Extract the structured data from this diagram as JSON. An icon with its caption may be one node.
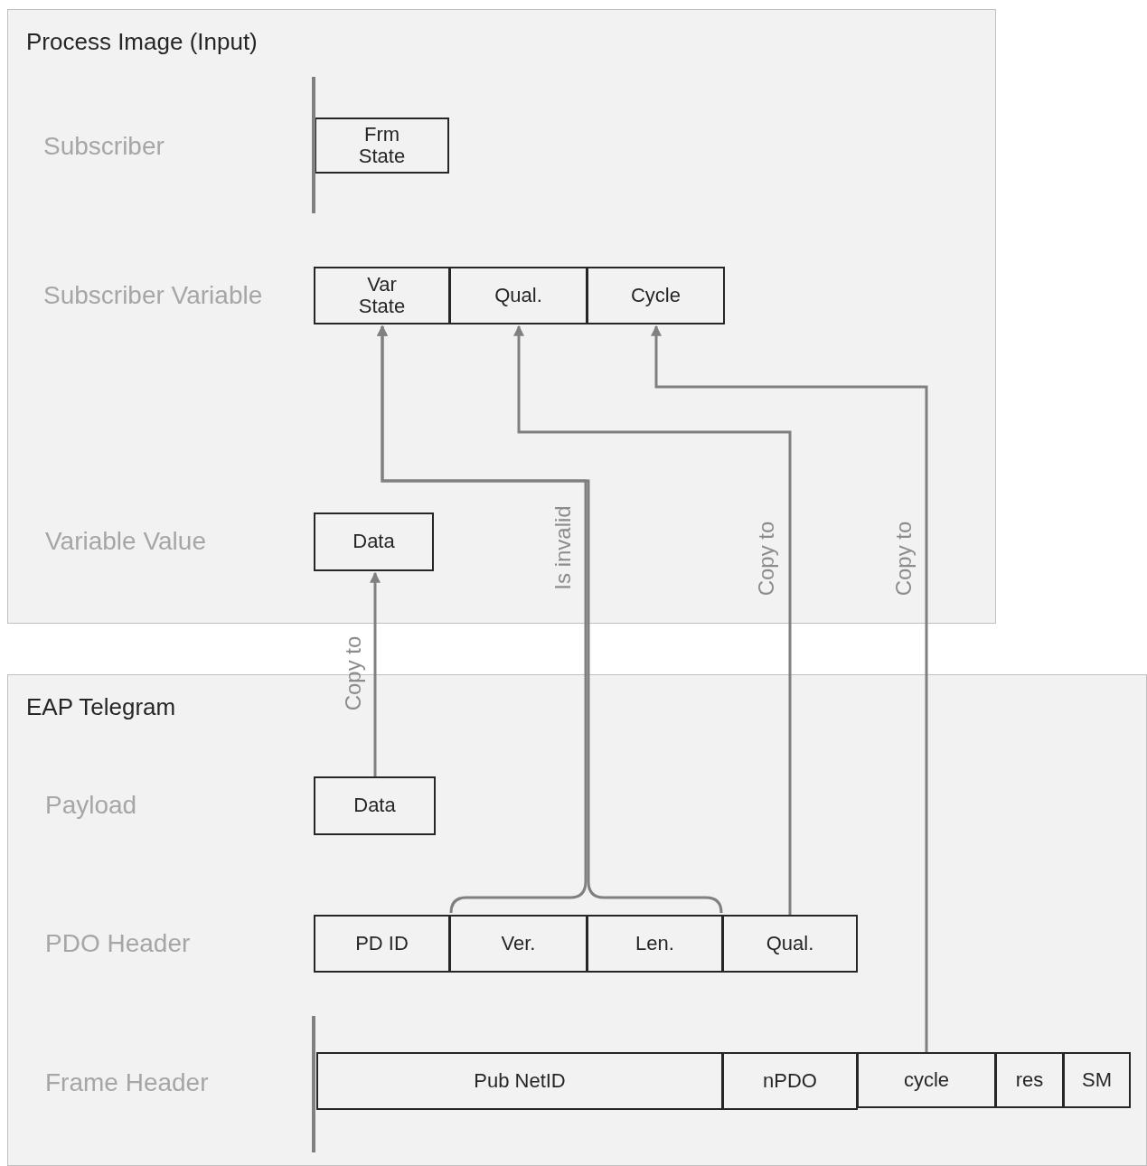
{
  "diagram": {
    "nodes": [
      {
        "text": [
          "Process Image (Input)"
        ]
      },
      {
        "text": [
          "Frm State"
        ],
        "in": 0
      },
      {
        "text": [
          "Var State"
        ],
        "in": 0
      },
      {
        "text": [
          "Qual."
        ],
        "in": 0
      },
      {
        "text": [
          "Cycle"
        ],
        "in": 0
      },
      {
        "text": [
          "Data"
        ],
        "in": 0
      },
      {
        "text": [
          "EAP Telegram"
        ]
      },
      {
        "text": [
          "Data"
        ],
        "in": 6
      },
      {
        "text": [
          "PD ID"
        ],
        "in": 6
      },
      {
        "text": [
          "Ver."
        ],
        "in": 6
      },
      {
        "text": [
          "Len."
        ],
        "in": 6
      },
      {
        "text": [
          "Qual."
        ],
        "in": 6
      },
      {
        "text": [
          "Pub NetID"
        ],
        "in": 6
      },
      {
        "text": [
          "nPDO"
        ],
        "in": 6
      },
      {
        "text": [
          "cycle"
        ],
        "in": 6
      },
      {
        "text": [
          "res"
        ],
        "in": 6
      },
      {
        "text": [
          "SM"
        ],
        "in": 6
      }
    ],
    "edges": [
      {
        "from": 7,
        "to": 5,
        "arrow": "to",
        "label": "Copy to"
      },
      {
        "from": 9,
        "to": 2,
        "arrow": "to",
        "label": "Is invalid"
      },
      {
        "from": 10,
        "to": 2,
        "arrow": "to"
      },
      {
        "from": 11,
        "to": 3,
        "arrow": "to",
        "label": "Copy to"
      },
      {
        "from": 14,
        "to": 4,
        "arrow": "to",
        "label": "Copy to"
      }
    ],
    "labels": [
      "Subscriber",
      "Subscriber Variable",
      "Variable Value",
      "Payload",
      "PDO Header",
      "Frame Header"
    ]
  }
}
